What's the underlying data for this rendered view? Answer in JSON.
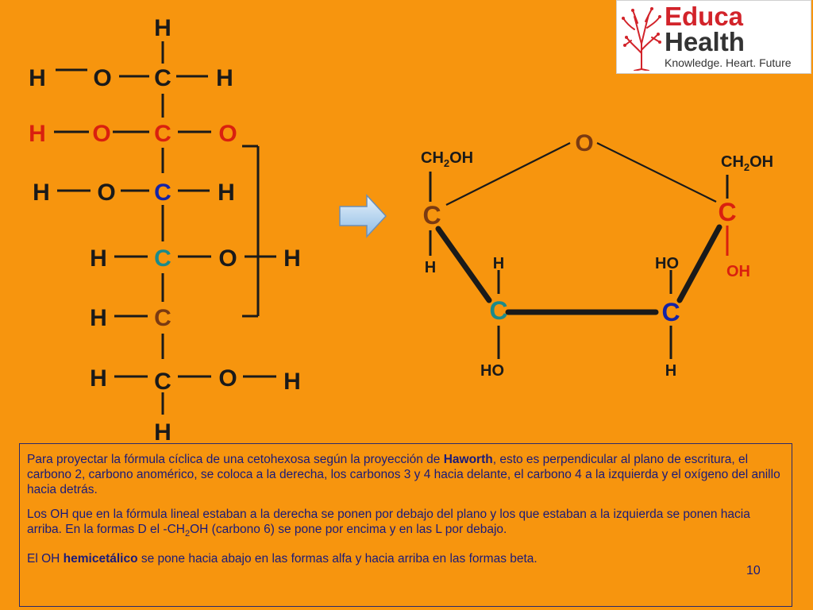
{
  "linear": {
    "top_h": "H",
    "r1": {
      "h": "H",
      "o": "O",
      "c": "C",
      "right": "H"
    },
    "r2": {
      "h": "H",
      "o": "O",
      "c": "C",
      "right": "O"
    },
    "r3": {
      "h": "H",
      "o": "O",
      "c": "C",
      "right": "H"
    },
    "r4": {
      "left": "H",
      "c": "C",
      "o": "O",
      "h": "H"
    },
    "r5": {
      "left": "H",
      "c": "C"
    },
    "r6": {
      "left": "H",
      "c": "C",
      "o": "O",
      "h": "H"
    },
    "bottom_h": "H"
  },
  "haworth": {
    "o": "O",
    "c_left": "C",
    "c_right": "C",
    "c_bl": "C",
    "c_br": "C",
    "ch2oh": "CH",
    "ch2oh_sub": "2",
    "ch2oh_tail": "OH",
    "h_left": "H",
    "h_bl_up": "H",
    "ho_br_up": "HO",
    "oh_right": "OH",
    "ho_bl_down": "HO",
    "h_br_down": "H"
  },
  "colors": {
    "black": "#1a1a1a",
    "red": "#d9200f",
    "blue": "#1523a6",
    "teal": "#1b8a8a",
    "brown": "#7a3a12",
    "background": "#f7950e"
  },
  "logo": {
    "brand_line1": "Educa",
    "brand_line2": "Health",
    "tagline": "Knowledge. Heart. Future"
  },
  "text": {
    "p1_a": "Para proyectar la fórmula cíclica de una cetohexosa según la proyección de ",
    "p1_bold": "Haworth",
    "p1_b": ", esto es perpendicular al plano de escritura,  el carbono 2, carbono anomérico, se coloca a la derecha, los carbonos 3 y 4 hacia delante, el carbono 4 a la izquierda y el oxígeno del anillo hacia detrás.",
    "p2_a": " Los OH que en la fórmula lineal estaban a la derecha se ponen por debajo del plano y los que estaban a la izquierda se ponen hacia arriba. En la formas D el -CH",
    "p2_sub": "2",
    "p2_b": "OH (carbono 6) se pone por encima y en las L por debajo.",
    "p3_a": "El OH ",
    "p3_bold": "hemicetálico",
    "p3_b": " se pone hacia abajo en las formas alfa y hacia arriba en las formas beta.",
    "page_number": "10"
  },
  "icons": {
    "arrow": "right-arrow-icon",
    "logo": "educa-health-tree-icon"
  }
}
